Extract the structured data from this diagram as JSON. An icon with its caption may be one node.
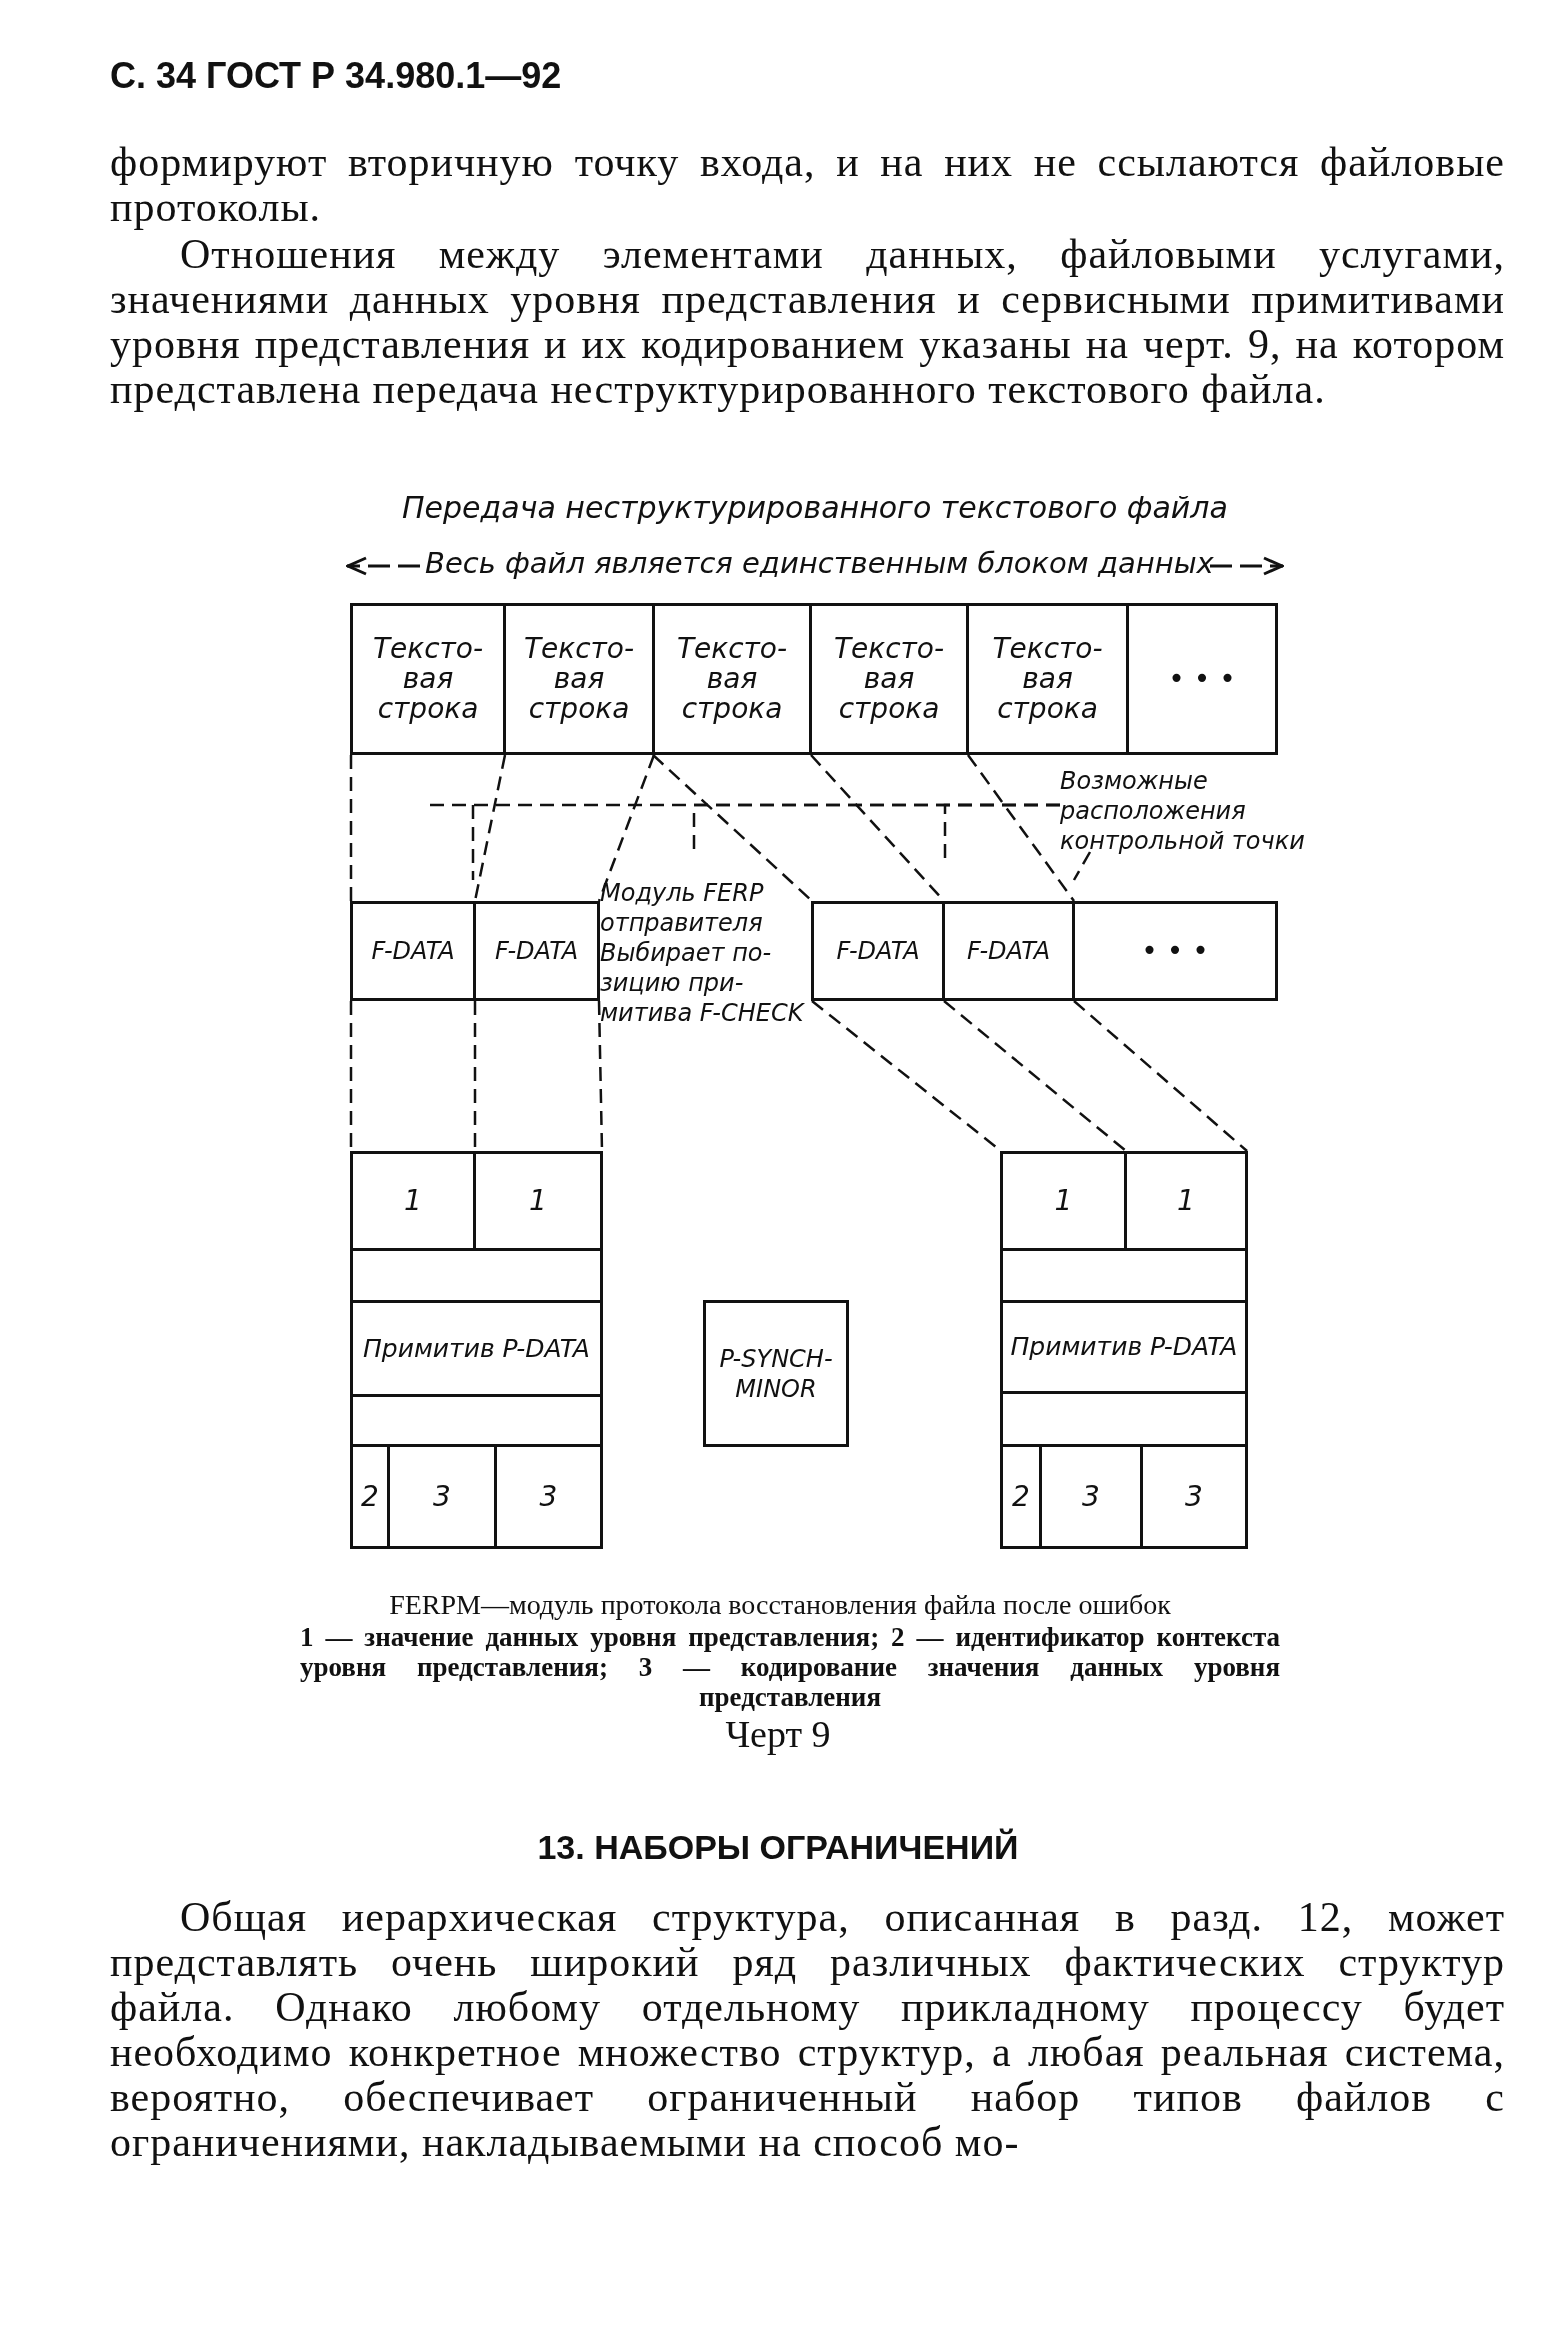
{
  "diagram": {
    "title": "Передача неструктурированного текстового файла",
    "caption": "Черт 9",
    "nodes": [
      {
        "text": [
          "Тексто- вая строка"
        ]
      },
      {
        "text": [
          "Тексто- вая строка"
        ]
      },
      {
        "text": [
          "Тексто- вая строка"
        ]
      },
      {
        "text": [
          "Тексто- вая строка"
        ]
      },
      {
        "text": [
          "Тексто- вая строка"
        ]
      },
      {
        "text": [
          "• • •"
        ]
      },
      {
        "text": [
          "Возможные расположения контрольной точки"
        ]
      },
      {
        "text": [
          "F-DATA"
        ]
      },
      {
        "text": [
          "F-DATA"
        ]
      },
      {
        "text": [
          "F-DATA"
        ]
      },
      {
        "text": [
          "F-DATA"
        ]
      },
      {
        "text": [
          "• • •"
        ]
      },
      {
        "text": [
          "1"
        ]
      },
      {
        "text": [
          "1"
        ]
      },
      {
        "text": [
          "1"
        ]
      },
      {
        "text": [
          "1"
        ]
      },
      {
        "text": [
          "Примитив P-DATA"
        ]
      },
      {
        "text": [
          "P-SYNCH- MINOR"
        ]
      },
      {
        "text": [
          "Примитив P-DATA"
        ]
      },
      {
        "text": [
          "2"
        ]
      },
      {
        "text": [
          "3"
        ]
      },
      {
        "text": [
          "3"
        ]
      },
      {
        "text": [
          "2"
        ]
      },
      {
        "text": [
          "3"
        ]
      },
      {
        "text": [
          "3"
        ]
      }
    ],
    "edges": [
      {
        "from": 0,
        "to": 7,
        "arrow": "none",
        "style": "dashed"
      },
      {
        "from": 0,
        "to": 7,
        "arrow": "none",
        "style": "dashed"
      },
      {
        "from": 1,
        "to": 8,
        "arrow": "none",
        "style": "dashed"
      },
      {
        "from": 2,
        "to": 9,
        "arrow": "none",
        "style": "dashed"
      },
      {
        "from": 2,
        "to": 9,
        "arrow": "none",
        "style": "dashed"
      },
      {
        "from": 3,
        "to": 10,
        "arrow": "none",
        "style": "dashed"
      },
      {
        "from": 6,
        "to": null,
        "arrow": "none",
        "style": "dashed"
      },
      {
        "from": 6,
        "to": null,
        "arrow": "none",
        "style": "dashed"
      },
      {
        "from": 6,
        "to": null,
        "arrow": "none",
        "style": "dashed"
      },
      {
        "from": 6,
        "to": null,
        "arrow": "none",
        "style": "dashed"
      },
      {
        "from": 7,
        "to": 12,
        "arrow": "none",
        "style": "dashed"
      },
      {
        "from": 7,
        "to": 12,
        "arrow": "none",
        "style": "dashed"
      },
      {
        "from": 8,
        "to": 13,
        "arrow": "none",
        "style": "dashed"
      },
      {
        "from": 9,
        "to": 14,
        "arrow": "none",
        "style": "dashed"
      },
      {
        "from": 9,
        "to": 14,
        "arrow": "none",
        "style": "dashed"
      },
      {
        "from": 10,
        "to": 15,
        "arrow": "none",
        "style": "dashed"
      },
      {
        "from": 12,
        "to": 16,
        "arrow": "none"
      },
      {
        "from": 13,
        "to": 16,
        "arrow": "none"
      },
      {
        "from": 14,
        "to": 18,
        "arrow": "none"
      },
      {
        "from": 15,
        "to": 18,
        "arrow": "none"
      },
      {
        "from": 16,
        "to": 19,
        "arrow": "none"
      },
      {
        "from": 16,
        "to": 21,
        "arrow": "none"
      },
      {
        "from": 18,
        "to": 22,
        "arrow": "none"
      },
      {
        "from": 18,
        "to": 24,
        "arrow": "none"
      }
    ],
    "labels": [
      "С. 34 ГОСТ Р 34.980.1—92",
      "формируют вторичную точку входа, и на них не ссылаются файловые протоколы.",
      "Отношения между элементами данных, файловыми услугами, значениями данных уровня представления и сервисными примитивами уровня представления и их кодированием указаны на черт. 9, на котором представлена передача неструктурированного текстового файла.",
      "Весь файл является единственным блоком данных",
      "Модуль FERP отправителя Выбирает по- зицию при- митива F-CHECK",
      "FERPM—модуль протокола восстановления файла после ошибок",
      "1 — значение данных уровня представления; 2 — идентификатор контекста уровня представления; 3 — кодирование значения данных уровня представления",
      "13. НАБОРЫ ОГРАНИЧЕНИЙ",
      "Общая иерархическая структура, описанная в разд. 12, может представлять очень широкий ряд различных фактических структур файла. Однако любому отдельному прикладному процессу будет необходимо конкретное множество структур, а любая реальная система, вероятно, обеспечивает ограниченный набор типов файлов с ограничениями, накладываемыми на способ мо-"
    ]
  }
}
